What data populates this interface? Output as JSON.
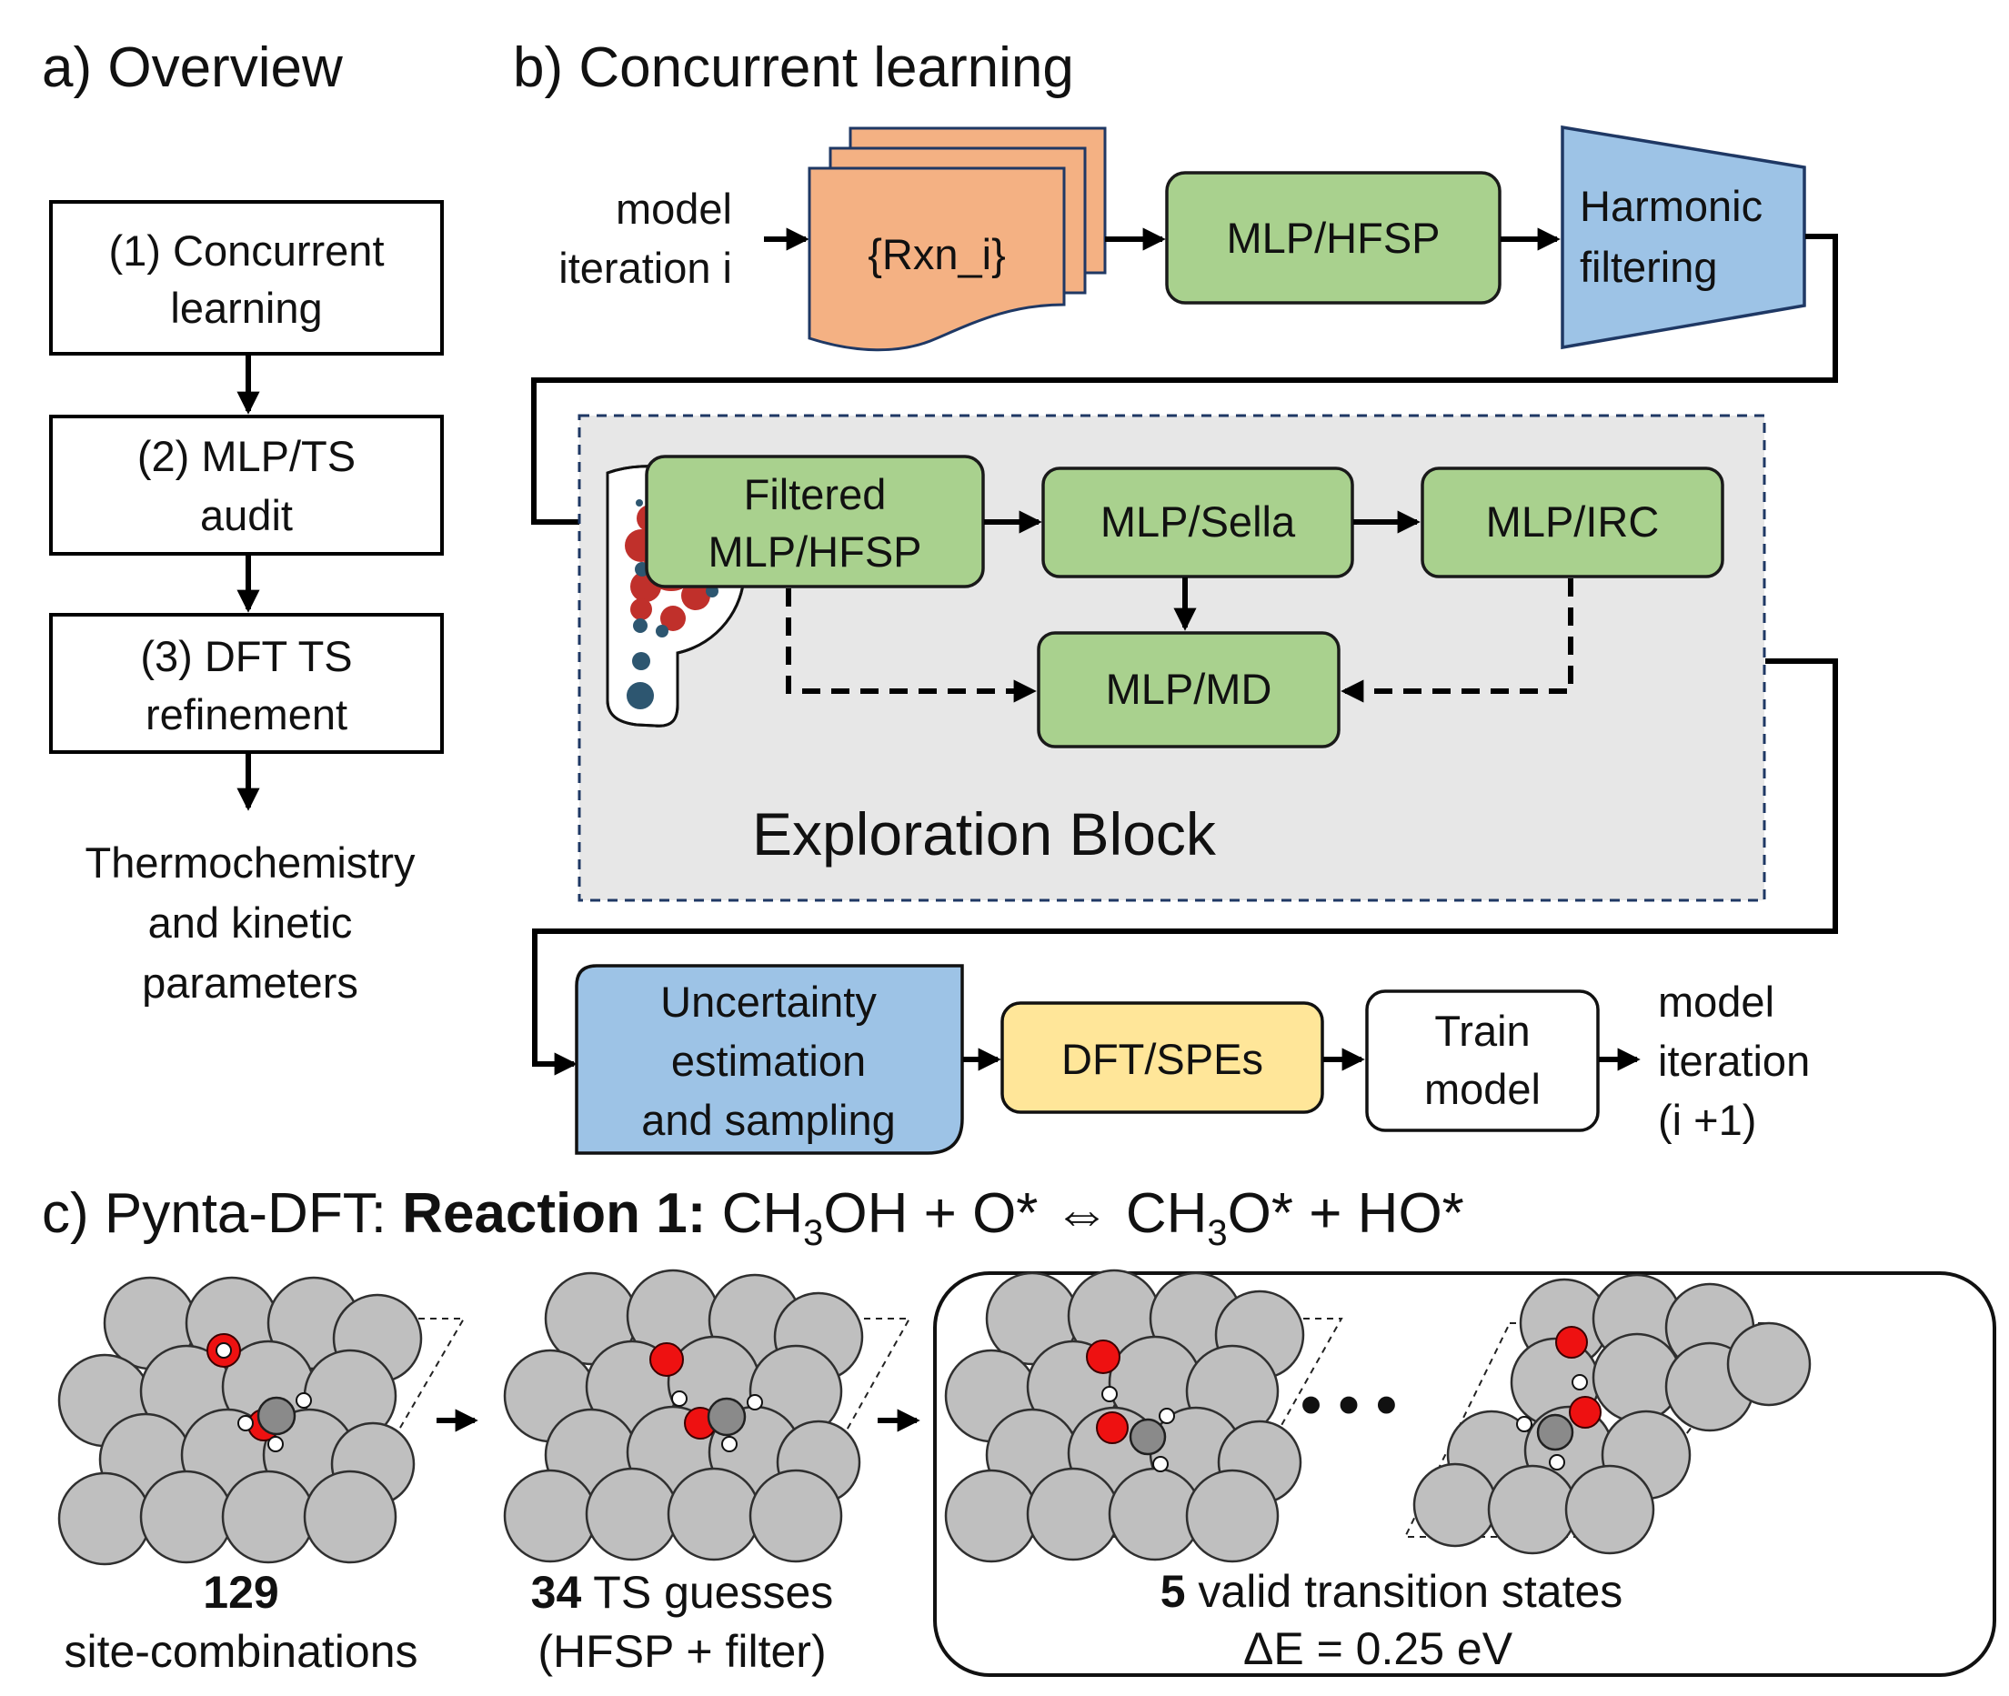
{
  "panels": {
    "a": {
      "title": "a) Overview"
    },
    "b": {
      "title": "b) Concurrent learning"
    },
    "c": {
      "prefix": "c) Pynta-DFT: ",
      "reaction_label": "Reaction 1:",
      "eq1": " CH",
      "sub1": "3",
      "eq2": "OH + O* ⇔ CH",
      "sub2": "3",
      "eq3": "O* + HO*"
    }
  },
  "overview_steps": [
    {
      "line1": "(1) Concurrent",
      "line2": "learning"
    },
    {
      "line1": "(2) MLP/TS",
      "line2": "audit"
    },
    {
      "line1": "(3) DFT TS",
      "line2": "refinement"
    }
  ],
  "overview_output": [
    "Thermochemistry",
    "and kinetic",
    "parameters"
  ],
  "concurrent": {
    "input_label": [
      "model",
      "iteration i"
    ],
    "rxn_set": "{Rxn_i}",
    "mlp_hfsp": "MLP/HFSP",
    "harmonic_filter": [
      "Harmonic",
      "filtering"
    ],
    "exploration": {
      "block_label": "Exploration Block",
      "filtered": [
        "Filtered",
        "MLP/HFSP"
      ],
      "sella": "MLP/Sella",
      "irc": "MLP/IRC",
      "md": "MLP/MD"
    },
    "uncertainty": [
      "Uncertainty",
      "estimation",
      "and sampling"
    ],
    "dft_spe": "DFT/SPEs",
    "train": [
      "Train",
      "model"
    ],
    "output_label": [
      "model",
      "iteration",
      "(i +1)"
    ]
  },
  "stages": [
    {
      "count": "129",
      "caption": "site-combinations"
    },
    {
      "count": "34",
      "caption1": " TS guesses",
      "caption2": "(HFSP + filter)"
    },
    {
      "count": "5",
      "caption1": " valid transition states",
      "caption2": "ΔE = 0.25 eV"
    }
  ],
  "ellipsis": "• • •",
  "colors": {
    "green": "#a9d18e",
    "orange": "#f4b183",
    "blue": "#9dc3e6",
    "yellow": "#ffe699",
    "exploration_bg": "#e7e7e7",
    "exploration_border": "#1f3864",
    "logo_red": "#c0302b",
    "logo_blue": "#2d5670",
    "oxygen": "#ee1111",
    "carbon": "#8a8a8a",
    "metal": "#bfbfbf"
  }
}
